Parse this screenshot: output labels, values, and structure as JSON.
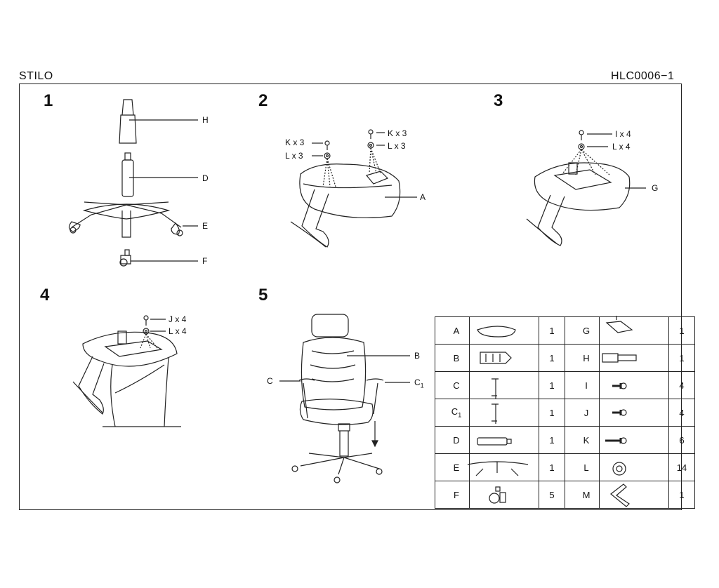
{
  "header": {
    "title": "STILO",
    "code": "HLC0006−1"
  },
  "steps": [
    "1",
    "2",
    "3",
    "4",
    "5"
  ],
  "step1": {
    "labels": [
      "H",
      "D",
      "E",
      "F"
    ]
  },
  "step2": {
    "k": "K x 3",
    "l": "L  x 3",
    "k2": "K x 3",
    "l2": "L  x 3",
    "a": "A"
  },
  "step3": {
    "i": "I x 4",
    "l": "L  x 4",
    "g": "G"
  },
  "step4": {
    "j": "J  x 4",
    "l": "L  x 4"
  },
  "step5": {
    "b": "B",
    "c": "C",
    "c1": "C",
    "c1sub": "1"
  },
  "parts": [
    {
      "left": {
        "letter": "A",
        "qty": "1"
      },
      "right": {
        "letter": "G",
        "qty": "1"
      }
    },
    {
      "left": {
        "letter": "B",
        "qty": "1"
      },
      "right": {
        "letter": "H",
        "qty": "1"
      }
    },
    {
      "left": {
        "letter": "C",
        "qty": "1"
      },
      "right": {
        "letter": "I",
        "qty": "4"
      }
    },
    {
      "left": {
        "letter": "C",
        "sub": "1",
        "qty": "1"
      },
      "right": {
        "letter": "J",
        "qty": "4"
      }
    },
    {
      "left": {
        "letter": "D",
        "qty": "1"
      },
      "right": {
        "letter": "K",
        "qty": "6"
      }
    },
    {
      "left": {
        "letter": "E",
        "qty": "1"
      },
      "right": {
        "letter": "L",
        "qty": "14"
      }
    },
    {
      "left": {
        "letter": "F",
        "qty": "5"
      },
      "right": {
        "letter": "M",
        "qty": "1"
      }
    }
  ]
}
